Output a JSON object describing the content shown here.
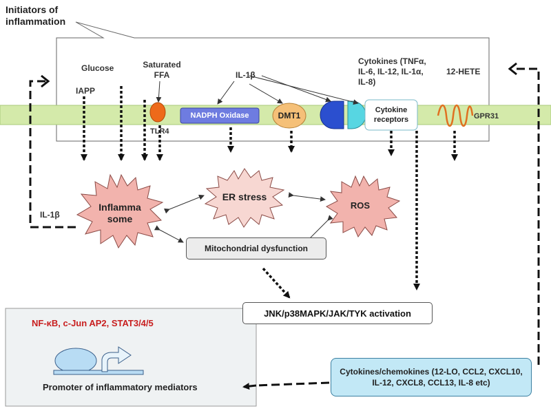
{
  "labels": {
    "initiators": "Initiators of inflammation",
    "glucose": "Glucose",
    "saturated_ffa": "Saturated FFA",
    "il1b_top": "IL-1β",
    "cytokines_top": "Cytokines (TNFα, IL-6, IL-12, IL-1α, IL-8)",
    "hete": "12-HETE",
    "iapp": "IAPP",
    "tlr4": "TLR4",
    "nadph": "NADPH Oxidase",
    "dmt1": "DMT1",
    "cytokine_receptors": "Cytokine receptors",
    "gpr31": "GPR31",
    "il1b_left": "IL-1β",
    "inflammasome": "Inflamma some",
    "er_stress": "ER stress",
    "ros": "ROS",
    "mito": "Mitochondrial dysfunction",
    "jnk": "JNK/p38MAPK/JAK/TYK activation",
    "tf": "NF-κB, c-Jun  AP2, STAT3/4/5",
    "promoter": "Promoter of inflammatory mediators",
    "chemokines": "Cytokines/chemokines (12-LO, CCL2, CXCL10, IL-12, CXCL8, CCL13, IL-8 etc)"
  },
  "colors": {
    "membrane": "#d4eaaa",
    "tlr4": "#ee6a1a",
    "nadph": "#6e7ce0",
    "dmt1": "#f5c078",
    "receptor_dark": "#2b4fcf",
    "receptor_light": "#57d6e2",
    "starburst": "#f2b3ad",
    "gpr31": "#e07020",
    "chemokine_box": "#c2e8f6",
    "promoter_panel": "#eff2f3",
    "tf_text": "#c81e1e"
  }
}
